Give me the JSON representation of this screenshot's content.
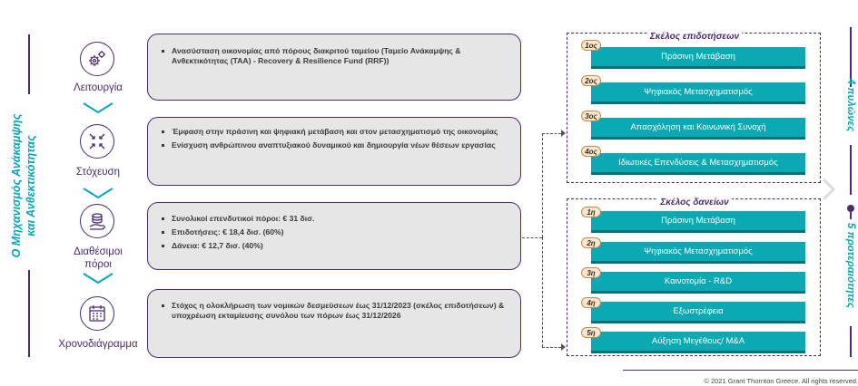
{
  "side_title": {
    "line1": "Ο Μηχανισμός Ανάκαμψης",
    "line2": "και Ανθεκτικότητας"
  },
  "rows": [
    {
      "icon": "gears-icon",
      "label": "Λειτουργία",
      "bullets": [
        "Ανασύσταση οικονομίας από πόρους διακριτού ταμείου (Ταμείο Ανάκαμψης & Ανθεκτικότητας (ΤΑΑ) - Recovery & Resilience Fund (RRF))"
      ]
    },
    {
      "icon": "target-arrows-icon",
      "label": "Στόχευση",
      "bullets": [
        "Έμφαση στην πράσινη και ψηφιακή μετάβαση και στον μετασχηματισμό της οικονομίας",
        "Ενίσχυση ανθρώπινου αναπτυξιακού δυναμικού και δημιουργία νέων θέσεων εργασίας"
      ]
    },
    {
      "icon": "coins-hand-icon",
      "label_line1": "Διαθέσιμοι",
      "label_line2": "πόροι",
      "bullets": [
        "Συνολικοί επενδυτικοί πόροι: € 31 δισ.",
        "Επιδοτήσεις: € 18,4 δισ. (60%)",
        "Δάνεια: € 12,7 δισ. (40%)"
      ]
    },
    {
      "icon": "calendar-icon",
      "label": "Χρονοδιάγραμμα",
      "bullets": [
        "Στόχος η ολοκλήρωση των νομικών δεσμεύσεων έως 31/12/2023 (σκέλος επιδοτήσεων) & υποχρέωση εκταμίευσης συνόλου των πόρων έως 31/12/2026"
      ]
    }
  ],
  "grants": {
    "title": "Σκέλος επιδοτήσεων",
    "items": [
      {
        "num": "1ος",
        "label": "Πράσινη Μετάβαση"
      },
      {
        "num": "2ος",
        "label": "Ψηφιακός Μετασχηματισμός"
      },
      {
        "num": "3ος",
        "label": "Απασχόληση και Κοινωνική Συνοχή"
      },
      {
        "num": "4ος",
        "label": "Ιδιωτικές Επενδύσεις & Μετασχηματισμός"
      }
    ],
    "side_label": "4 πυλώνες"
  },
  "loans": {
    "title": "Σκέλος δανείων",
    "items": [
      {
        "num": "1η",
        "label": "Πράσινη Μετάβαση"
      },
      {
        "num": "2η",
        "label": "Ψηφιακός Μετασχηματισμός"
      },
      {
        "num": "3η",
        "label": "Καινοτομία - R&D"
      },
      {
        "num": "4η",
        "label": "Εξωστρέφεια"
      },
      {
        "num": "5η",
        "label": "Αύξηση Μεγέθους/ M&A"
      }
    ],
    "side_label": "5 προτεραιότητες"
  },
  "footer": "© 2021 Grant Thornton Greece. All rights reserved.",
  "colors": {
    "teal": "#0aa9b3",
    "purple": "#4b2a6e",
    "box_grey": "#e6e6e6",
    "badge": "#fbe7cf"
  }
}
